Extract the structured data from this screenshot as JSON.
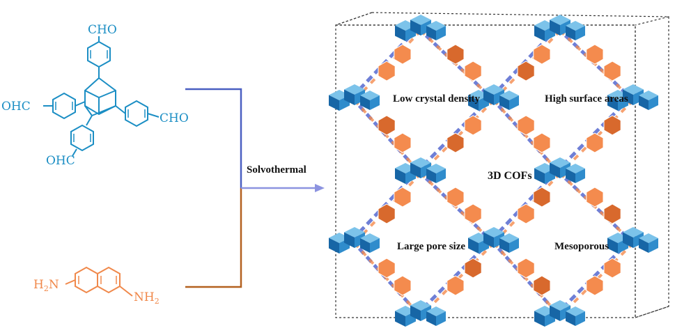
{
  "colors": {
    "aldehyde": "#1b8ec4",
    "amine": "#f0884a",
    "arrow_blue": "#4a5fc1",
    "arrow_brown": "#b3601f",
    "arrow_head": "#8c93e0",
    "cube_dark": "#1766a6",
    "cube_mid": "#2f8ccc",
    "cube_light": "#7cc3ea",
    "hex_fill": "#f48b4e",
    "hex_dark": "#d8692d",
    "linker": "#6f7fd6"
  },
  "aldehyde": {
    "cho_top": "CHO",
    "cho_right": "CHO",
    "ohc_left": "OHC",
    "ohc_bottom": "OHC"
  },
  "amine": {
    "nh2_left_main": "H",
    "nh2_left_sub": "2",
    "nh2_left_tail": "N",
    "nh2_right_main": "NH",
    "nh2_right_sub": "2"
  },
  "reaction": {
    "condition": "Solvothermal"
  },
  "framework": {
    "center": "3D COFs",
    "top_left": "Low crystal density",
    "top_right": "High surface areas",
    "bottom_left": "Large pore size",
    "bottom_right": "Mesoporous"
  }
}
